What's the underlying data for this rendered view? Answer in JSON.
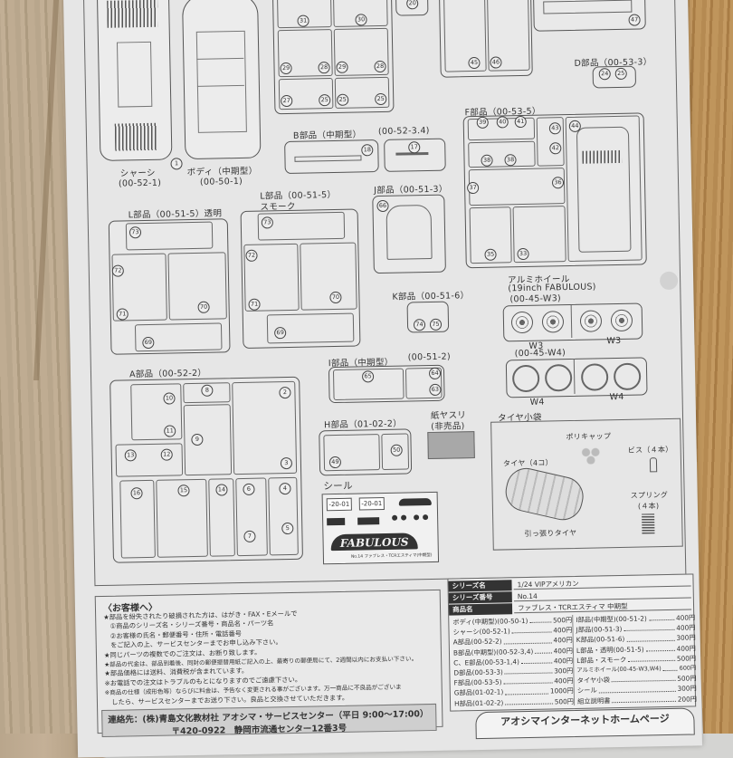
{
  "document": {
    "kit": {
      "series_name_label": "シリーズ名",
      "series_name": "1/24 VIPアメリカン",
      "series_no_label": "シリーズ番号",
      "series_no": "No.14",
      "product_name_label": "商品名",
      "product_name": "ファブレス・TCRエスティマ 中期型"
    },
    "runners": {
      "chassis": {
        "label": "シャーシ",
        "code": "(00-52-1)",
        "part": "1"
      },
      "body": {
        "label": "ボディ（中期型）",
        "code": "(00-50-1)"
      },
      "seats": {
        "parts": [
          "31",
          "30",
          "29",
          "28",
          "29",
          "28",
          "27",
          "25",
          "25",
          "25"
        ]
      },
      "top_center": {
        "part": "20"
      },
      "side_skirts": {
        "parts": [
          "45",
          "46"
        ]
      },
      "top_right": {
        "part": "47"
      },
      "d_parts": {
        "label": "D部品（00-53-3）",
        "parts": [
          "24",
          "25"
        ]
      },
      "b_parts": {
        "label": "B部品（中期型）",
        "code": "(00-52-3.4)",
        "parts": [
          "18",
          "17"
        ]
      },
      "f_parts": {
        "label": "F部品（00-53-5）",
        "parts": [
          "39",
          "40",
          "41",
          "43",
          "42",
          "44",
          "38",
          "38",
          "37",
          "36",
          "35",
          "33"
        ]
      },
      "l_clear": {
        "label": "L部品（00-51-5）透明",
        "parts": [
          "73",
          "72",
          "71",
          "70",
          "69"
        ]
      },
      "l_smoke": {
        "label": "L部品（00-51-5）",
        "sublabel": "スモーク",
        "parts": [
          "73",
          "72",
          "71",
          "70",
          "69"
        ]
      },
      "j_parts": {
        "label": "J部品（00-51-3）",
        "parts": [
          "66"
        ]
      },
      "k_parts": {
        "label": "K部品（00-51-6）",
        "parts": [
          "74",
          "75"
        ]
      },
      "wheels": {
        "label": "アルミホイール",
        "sublabel": "(19inch FABULOUS)",
        "w3_code": "(00-45-W3)",
        "w3": "W3",
        "w4_code": "(00-45-W4)",
        "w4": "W4"
      },
      "i_parts": {
        "label": "I部品（中期型）",
        "code": "(00-51-2)",
        "parts": [
          "65",
          "64",
          "63"
        ]
      },
      "a_parts": {
        "label": "A部品（00-52-2）",
        "parts": [
          "10",
          "11",
          "8",
          "9",
          "2",
          "3",
          "13",
          "12",
          "16",
          "15",
          "14",
          "6",
          "7",
          "4",
          "5"
        ]
      },
      "h_parts": {
        "label": "H部品（01-02-2）",
        "parts": [
          "49",
          "50"
        ]
      },
      "sandpaper": {
        "label": "紙ヤスリ",
        "sublabel": "(非売品)"
      },
      "decals": {
        "label": "シール",
        "plate1": "-20-01",
        "plate2": "-20-01",
        "banner": "FABULOUS",
        "footer": "No.14 ファブレス・TCRエスティマ(中期型)"
      },
      "tire_bag": {
        "label": "タイヤ小袋",
        "poly_cap": "ポリキャップ",
        "screw": "ビス（４本）",
        "tire": "タイヤ（4コ）",
        "spring": "スプリング",
        "spring_qty": "(４本)",
        "stretch_tire": "引っ張りタイヤ"
      }
    },
    "notice": {
      "title": "〈お客様へ〉",
      "lines": [
        "★部品を紛失されたり破損された方は、はがき・FAX・Eメールで",
        "　①商品のシリーズ名・シリーズ番号・商品名・パーツ名",
        "　②お客様の氏名・郵便番号・住所・電話番号",
        "　をご記入の上、サービスセンターまでお申し込み下さい。",
        "★同じパーツの複数でのご注文は、お断り致します。",
        "★部品の代金は、部品到着後、同封の郵便振替用紙ご記入の上、最寄りの郵便局にて、2週間以内にお支払い下さい。",
        "★部品価格には送料、消費税が含まれています。",
        "※お電話での注文はトラブルのもとになりますのでご遠慮下さい。",
        "※商品の仕様（成形色等）ならびに料金は、予告なく変更される事がございます。万一商品に不良品がございま",
        "　したら、サービスセンターまでお送り下さい。良品と交換させていただきます。"
      ],
      "contact_line1": "連絡先：(株)青島文化教材社 アオシマ・サービスセンター（平日 9:00〜17:00）",
      "contact_line2": "〒420-0922　静岡市流通センター12番3号"
    },
    "price_list": {
      "left": [
        {
          "name": "ボディ(中期型)(00-50-1)",
          "price": "500円"
        },
        {
          "name": "シャーシ(00-52-1)",
          "price": "400円"
        },
        {
          "name": "A部品(00-52-2)",
          "price": "400円"
        },
        {
          "name": "B部品(中期型)(00-52-3,4)",
          "price": "400円"
        },
        {
          "name": "C、E部品(00-53-1,4)",
          "price": "400円"
        },
        {
          "name": "D部品(00-53-3)",
          "price": "300円"
        },
        {
          "name": "F部品(00-53-5)",
          "price": "400円"
        },
        {
          "name": "G部品(01-02-1)",
          "price": "1000円"
        },
        {
          "name": "H部品(01-02-2)",
          "price": "500円"
        }
      ],
      "right": [
        {
          "name": "I部品(中期型)(00-51-2)",
          "price": "400円"
        },
        {
          "name": "J部品(00-51-3)",
          "price": "400円"
        },
        {
          "name": "K部品(00-51-6)",
          "price": "300円"
        },
        {
          "name": "L部品・透明(00-51-5)",
          "price": "400円"
        },
        {
          "name": "L部品・スモーク",
          "price": "500円"
        },
        {
          "name": "アルミホイール(00-45-W3,W4)",
          "price": "600円"
        },
        {
          "name": "タイヤ小袋",
          "price": "500円"
        },
        {
          "name": "シール",
          "price": "300円"
        },
        {
          "name": "組立説明書",
          "price": "200円"
        }
      ]
    },
    "homepage_banner": "アオシマインターネットホームページ"
  }
}
